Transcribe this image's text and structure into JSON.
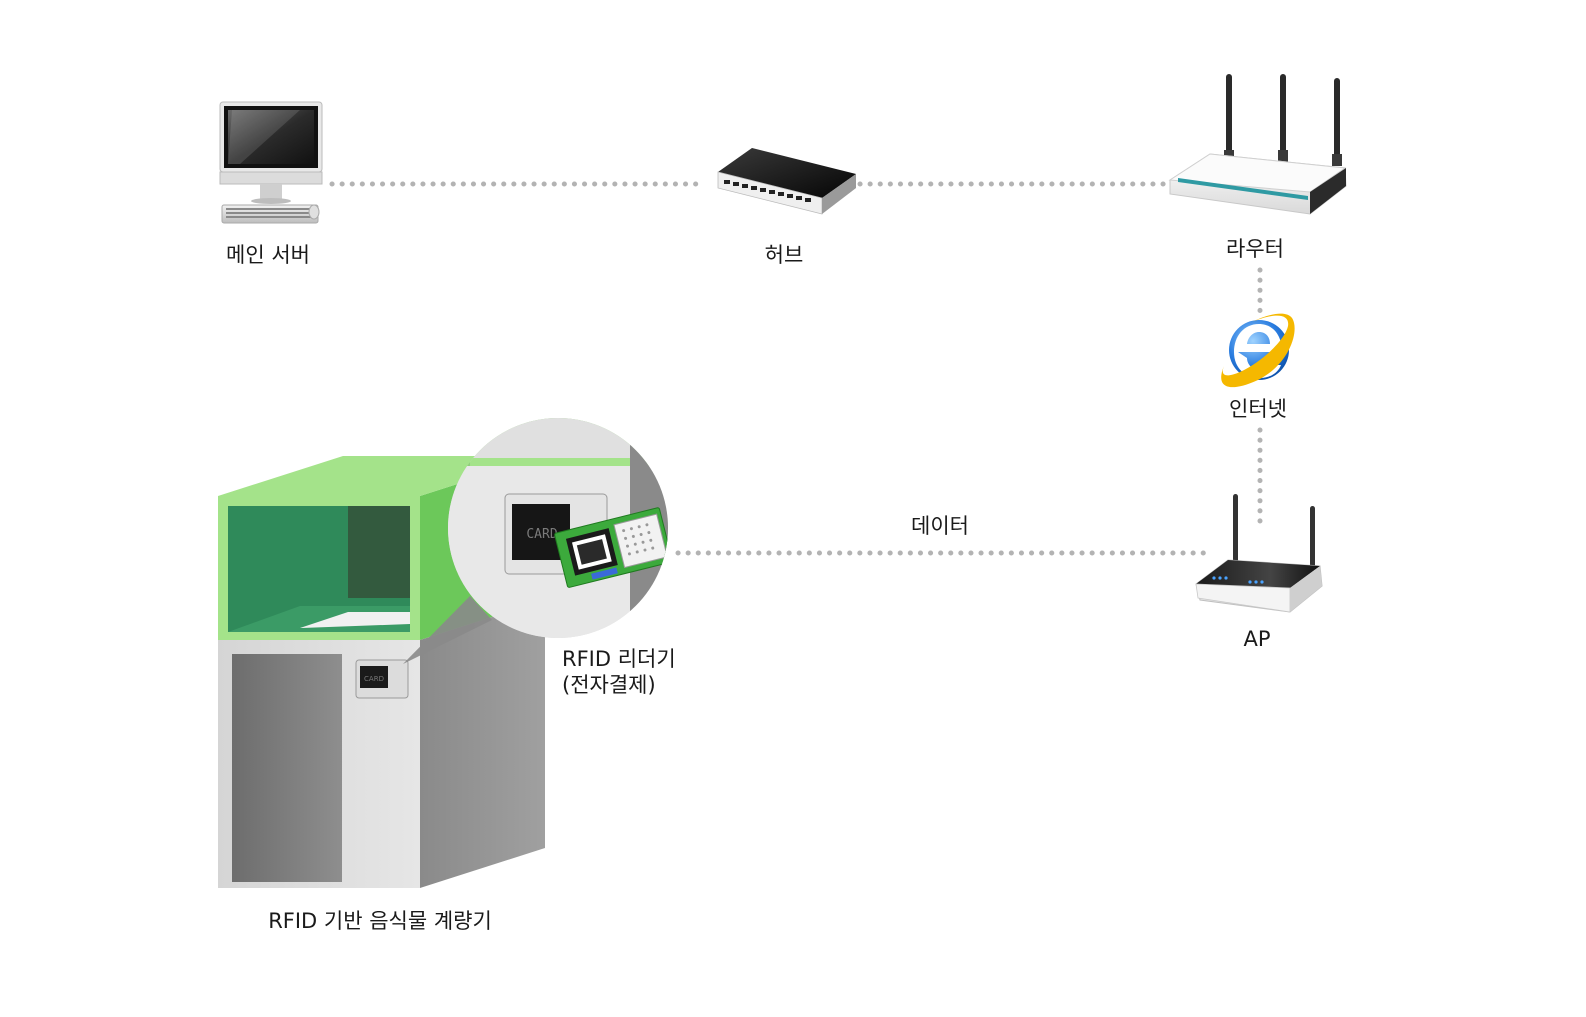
{
  "nodes": {
    "main_server": {
      "label": "메인 서버",
      "icon": "desktop-computer-icon"
    },
    "hub": {
      "label": "허브",
      "icon": "network-hub-icon"
    },
    "router": {
      "label": "라우터",
      "icon": "wireless-router-icon"
    },
    "internet": {
      "label": "인터넷",
      "icon": "internet-explorer-icon"
    },
    "ap": {
      "label": "AP",
      "icon": "access-point-icon"
    },
    "rfid_reader": {
      "label_line1": "RFID 리더기",
      "label_line2": "(전자결제)",
      "icon": "rfid-reader-card-icon"
    },
    "scale": {
      "label": "RFID 기반 음식물 계량기",
      "icon": "food-waste-scale-icon",
      "card_text": "CARD"
    }
  },
  "links": {
    "data_label": "데이터"
  },
  "colors": {
    "dotted_line": "#b3b3b3",
    "kiosk_green_light": "#a4e38a",
    "kiosk_green_dark": "#2f8a5a",
    "kiosk_gray": "#8a8a8a",
    "pcb_green": "#3caa3c",
    "ie_blue": "#1f6fd1",
    "ie_gold": "#f5b800"
  }
}
